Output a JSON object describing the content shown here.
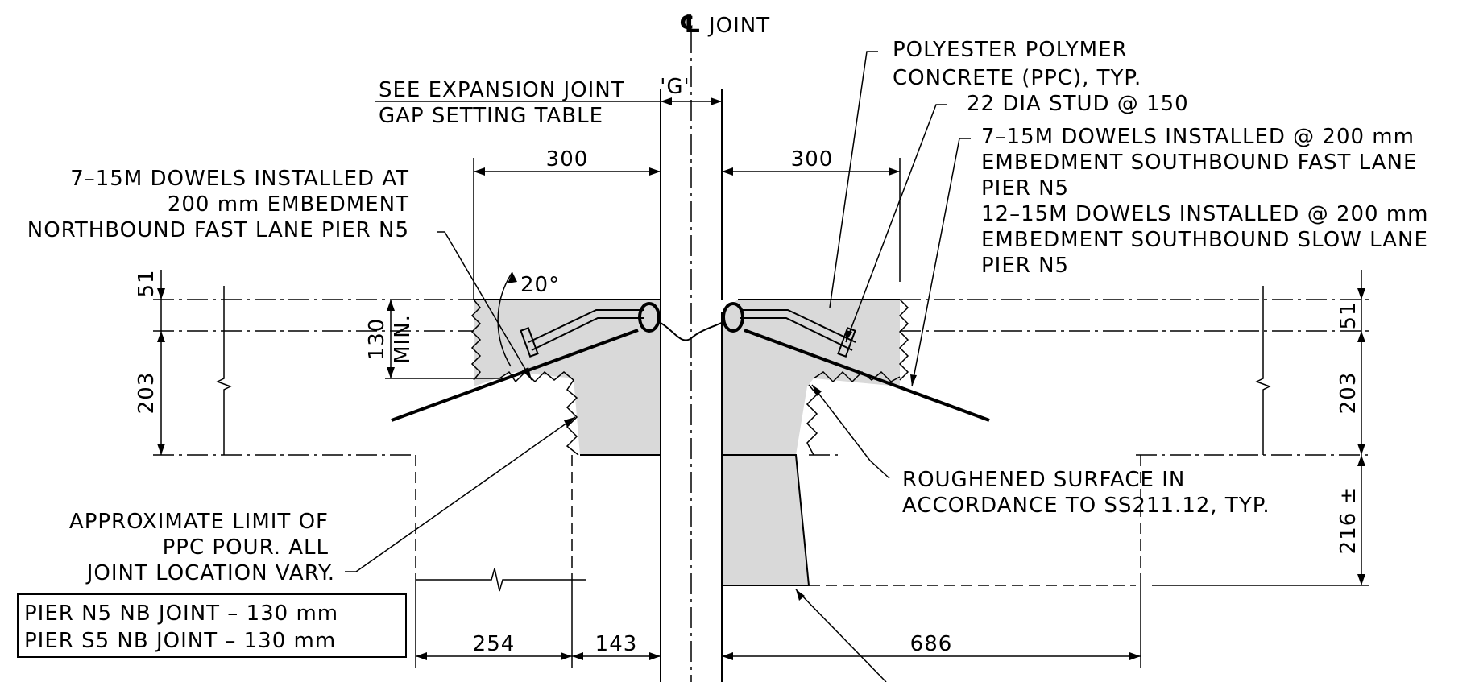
{
  "labels": {
    "cl_symbol": "℄",
    "cl_joint": "JOINT",
    "gap": "'G'",
    "see_table_1": "SEE  EXPANSION  JOINT",
    "see_table_2": "GAP  SETTING  TABLE",
    "ppc_1": "POLYESTER  POLYMER",
    "ppc_2": "CONCRETE  (PPC),  TYP.",
    "stud": "22  DIA  STUD  @  150",
    "dowels_sb_1": "7–15M  DOWELS  INSTALLED  @  200  mm",
    "dowels_sb_2": "EMBEDMENT  SOUTHBOUND  FAST  LANE",
    "dowels_sb_3": "PIER  N5",
    "dowels_sb_4": "12–15M  DOWELS  INSTALLED  @  200  mm",
    "dowels_sb_5": "EMBEDMENT  SOUTHBOUND  SLOW  LANE",
    "dowels_sb_6": "PIER  N5",
    "dowels_nb_1": "7–15M  DOWELS  INSTALLED  AT",
    "dowels_nb_2": "200  mm  EMBEDMENT",
    "dowels_nb_3": "NORTHBOUND  FAST  LANE  PIER  N5",
    "angle": "20°",
    "roughened_1": "ROUGHENED  SURFACE  IN",
    "roughened_2": "ACCORDANCE  TO  SS211.12,  TYP.",
    "limit_1": "APPROXIMATE  LIMIT  OF",
    "limit_2": "PPC  POUR.   ALL",
    "limit_3": "JOINT  LOCATION  VARY.",
    "box_1": "PIER  N5  NB  JOINT  –  130  mm",
    "box_2": "PIER  S5  NB  JOINT  –  130  mm"
  },
  "dimensions": {
    "left_300": "300",
    "right_300": "300",
    "left_51": "51",
    "left_203": "203",
    "min_130": "130",
    "min_label": "MIN.",
    "right_51": "51",
    "right_203": "203",
    "right_216": "216 ±",
    "bottom_254": "254",
    "bottom_143": "143",
    "bottom_686": "686"
  }
}
